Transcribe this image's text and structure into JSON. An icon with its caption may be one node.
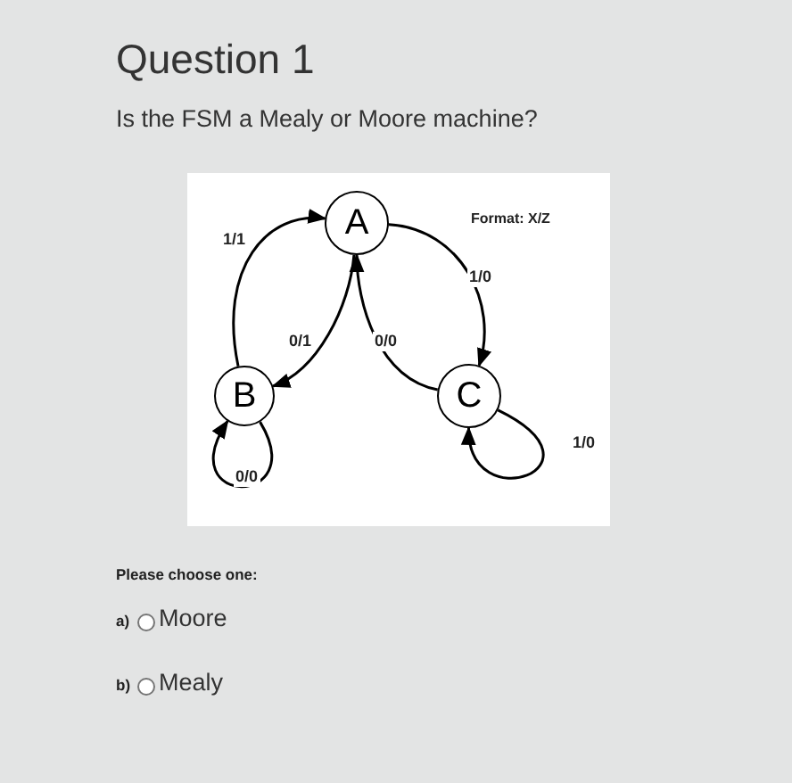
{
  "diagram": {
    "title": "Question 1",
    "nodes": [
      {
        "text": [
          "A"
        ]
      },
      {
        "text": [
          "B"
        ]
      },
      {
        "text": [
          "C"
        ]
      }
    ],
    "edges": [
      {
        "from": 1,
        "to": 0,
        "arrow": "to",
        "label": "1/1"
      },
      {
        "from": 0,
        "to": 1,
        "arrow": "to",
        "label": "0/1"
      },
      {
        "from": 2,
        "to": 0,
        "arrow": "to",
        "label": "0/0"
      },
      {
        "from": 0,
        "to": 2,
        "arrow": "to",
        "label": "1/0"
      },
      {
        "from": 1,
        "to": 1,
        "arrow": "to",
        "label": "0/0"
      },
      {
        "from": 2,
        "to": 2,
        "arrow": "to",
        "label": "1/0"
      }
    ],
    "labels": [
      "Is the FSM a Mealy or Moore machine?",
      "Format: X/Z",
      "Please choose one:",
      "a)",
      "Moore",
      "b)",
      "Mealy"
    ]
  }
}
